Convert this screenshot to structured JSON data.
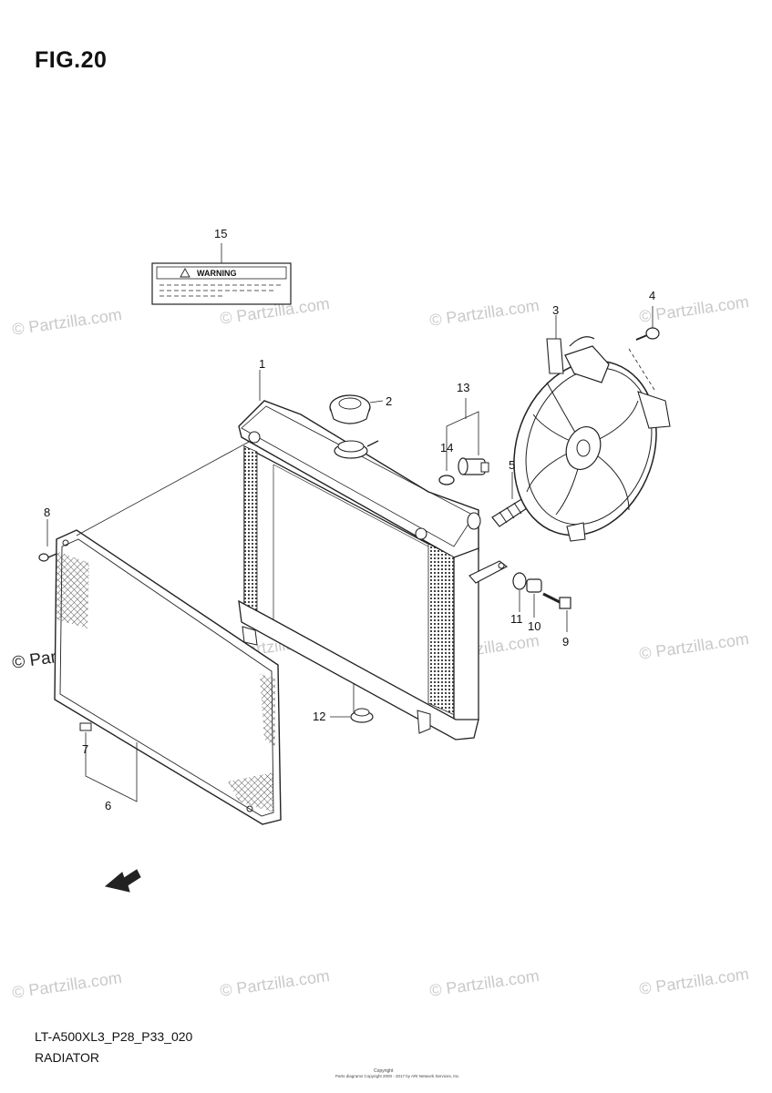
{
  "figure": {
    "title": "FIG.20",
    "code": "LT-A500XL3_P28_P33_020",
    "name": "RADIATOR"
  },
  "label": {
    "warning": "WARNING",
    "fwd": "FWD"
  },
  "callouts": [
    "1",
    "2",
    "3",
    "4",
    "5",
    "6",
    "7",
    "8",
    "9",
    "10",
    "11",
    "12",
    "13",
    "14",
    "15"
  ],
  "watermark": "© Partzilla.com",
  "copyright": {
    "line1": "Copyright",
    "line2": "Parts diagrams Copyright 2000 - 2017 by ARI Network Services, Inc."
  },
  "colors": {
    "line": "#222222",
    "watermark": "#c9c9c9"
  }
}
